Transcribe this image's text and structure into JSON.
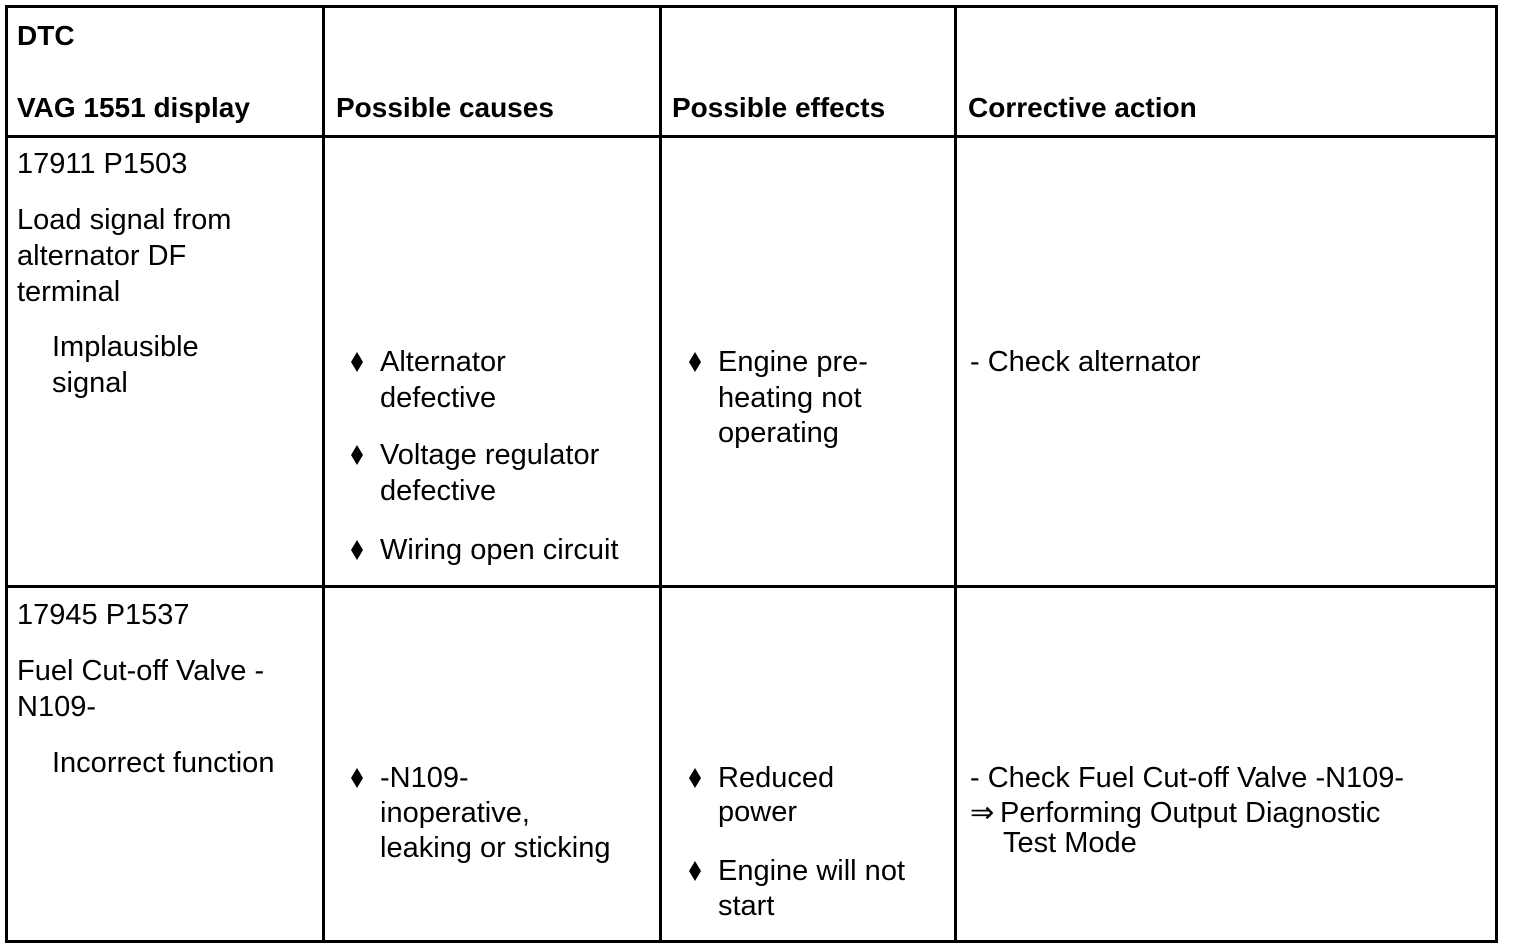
{
  "table": {
    "headers": {
      "dtc_line1": "DTC",
      "dtc_line2": "VAG 1551 display",
      "causes": "Possible causes",
      "effects": "Possible effects",
      "action": "Corrective action"
    },
    "rows": [
      {
        "code": "17911 P1503",
        "description": [
          "Load signal from",
          "alternator DF",
          "terminal"
        ],
        "condition": [
          "Implausible",
          "signal"
        ],
        "causes": [
          [
            "Alternator",
            "defective"
          ],
          [
            "Voltage regulator",
            "defective"
          ],
          [
            "Wiring open circuit"
          ]
        ],
        "effects": [
          [
            "Engine pre-",
            "heating not",
            "operating"
          ]
        ],
        "action": {
          "line1": "- Check alternator"
        }
      },
      {
        "code": "17945 P1537",
        "description": [
          "Fuel Cut-off Valve -",
          "N109-"
        ],
        "condition": [
          "Incorrect function"
        ],
        "causes": [
          [
            "-N109-",
            "inoperative,",
            "leaking or sticking"
          ]
        ],
        "effects": [
          [
            "Reduced",
            "power"
          ],
          [
            "Engine will not",
            "start"
          ]
        ],
        "action": {
          "line1": "- Check Fuel Cut-off Valve -N109-",
          "arrow": "⇒",
          "link_line1": "Performing Output Diagnostic",
          "link_line2": "Test Mode"
        }
      }
    ]
  }
}
